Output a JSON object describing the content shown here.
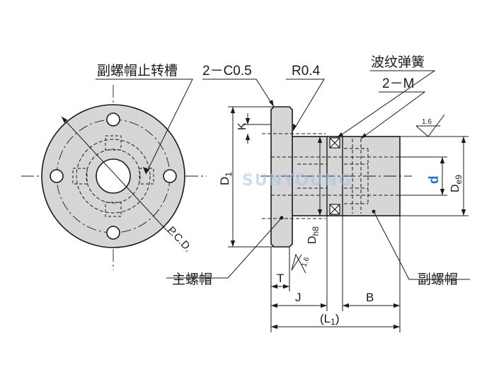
{
  "labels": {
    "aux_nut_stop_groove": "副螺帽止转槽",
    "chamfer": "2－C0.5",
    "radius": "R0.4",
    "wave_spring": "波纹弹簧",
    "thread_m": "2－M",
    "main_nut": "主螺帽",
    "aux_nut": "副螺帽",
    "pcd": "P.C.D."
  },
  "dimensions": {
    "K": "K",
    "D1_main": "D",
    "D1_sub": "1",
    "T": "T",
    "J": "J",
    "B": "B",
    "L1_open": "(L",
    "L1_sub": "1",
    "L1_close": ")",
    "Dh8_main": "D",
    "Dh8_sub": "h8",
    "De9_main": "D",
    "De9_sub": "e9",
    "d": "d",
    "roughness_top": "1.6",
    "roughness_bottom": "1.6"
  },
  "watermark": "SUNYOUNG",
  "colors": {
    "fill": "#d6d6d6",
    "line": "#1a1a1a",
    "accent_blue": "#1e73d6",
    "watermark": "#9fc4e6"
  }
}
